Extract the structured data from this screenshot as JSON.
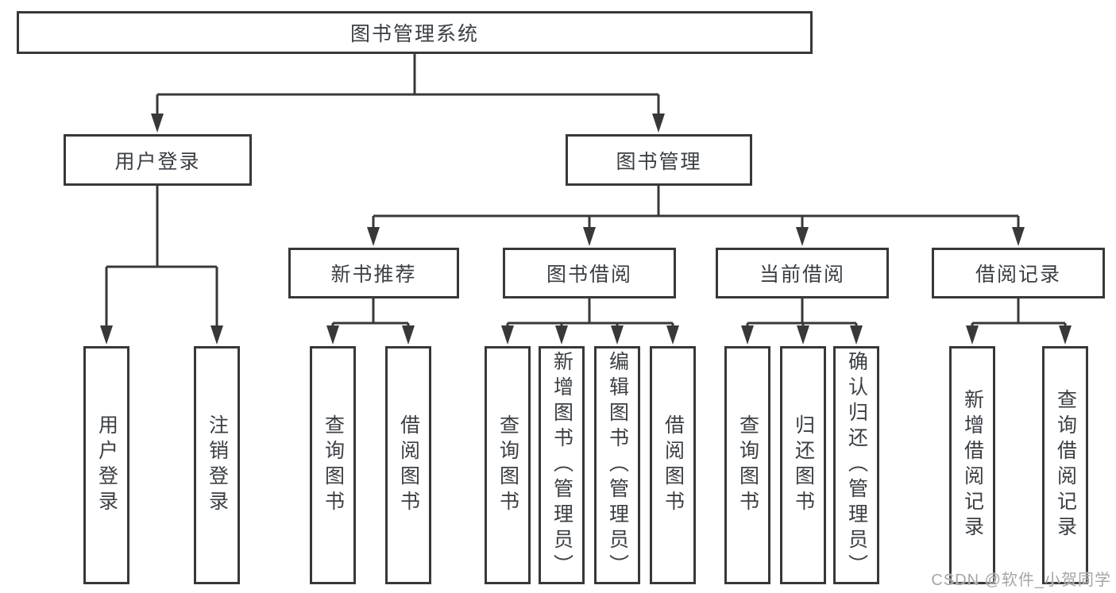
{
  "tree": {
    "label": "图书管理系统",
    "children": [
      {
        "label": "用户登录",
        "children": [
          {
            "label": "用户登录"
          },
          {
            "label": "注销登录"
          }
        ]
      },
      {
        "label": "图书管理",
        "children": [
          {
            "label": "新书推荐",
            "children": [
              {
                "label": "查询图书"
              },
              {
                "label": "借阅图书"
              }
            ]
          },
          {
            "label": "图书借阅",
            "children": [
              {
                "label": "查询图书"
              },
              {
                "label": "新增图书（管理员）"
              },
              {
                "label": "编辑图书（管理员）"
              },
              {
                "label": "借阅图书"
              }
            ]
          },
          {
            "label": "当前借阅",
            "children": [
              {
                "label": "查询图书"
              },
              {
                "label": "归还图书"
              },
              {
                "label": "确认归还（管理员）"
              }
            ]
          },
          {
            "label": "借阅记录",
            "children": [
              {
                "label": "新增借阅记录"
              },
              {
                "label": "查询借阅记录"
              }
            ]
          }
        ]
      }
    ]
  },
  "watermark": {
    "text": "CSDN @软件_小贺同学"
  },
  "colors": {
    "line": "#383838",
    "box_border": "#383838",
    "text": "#3a3f44",
    "watermark": "#a6a6a6",
    "background": "#ffffff"
  }
}
